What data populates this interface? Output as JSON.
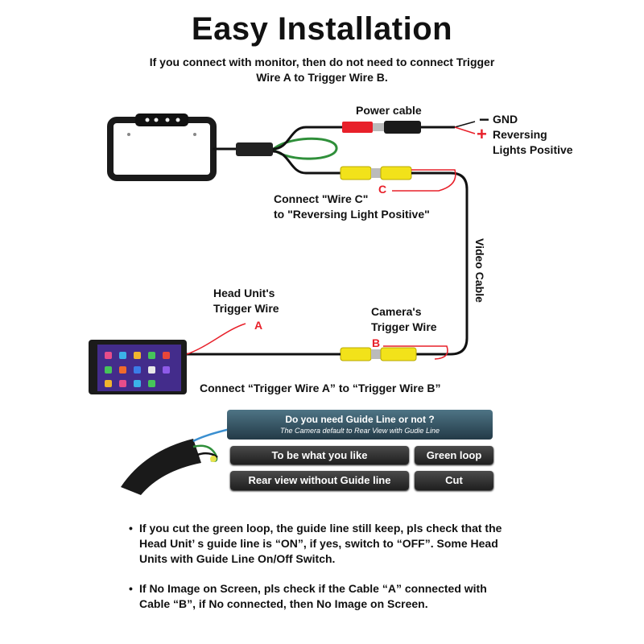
{
  "title": "Easy Installation",
  "subtitle": "If you connect with monitor, then do not need to connect Trigger\nWire A to Trigger Wire B.",
  "labels": {
    "power_cable": "Power cable",
    "gnd_sign": "−",
    "gnd": "GND",
    "positive_sign": "+",
    "reversing_lights_positive": "Reversing\nLights Positive",
    "wire_c_letter": "C",
    "connect_wire_c": "Connect \"Wire C\"\nto \"Reversing Light Positive\"",
    "video_cable": "Video Cable",
    "head_unit_trigger": "Head Unit's\nTrigger Wire",
    "wire_a_letter": "A",
    "camera_trigger": "Camera's\nTrigger Wire",
    "wire_b_letter": "B",
    "connect_a_to_b": "Connect “Trigger Wire  A” to “Trigger Wire  B”"
  },
  "guide_line": {
    "question": "Do you need Guide Line or not ?",
    "note": "The Camera default to Rear View with Gudie Line",
    "option1": "To be what you like",
    "option1_action": "Green loop",
    "option2": "Rear view without Guide line",
    "option2_action": "Cut"
  },
  "notes": [
    "If you cut the green loop, the guide line still keep, pls check that the\nHead Unit’ s guide line is “ON”, if yes, switch to “OFF”.  Some Head\nUnits with Guide Line On/Off Switch.",
    "If No Image on Screen, pls check if the Cable “A” connected with\nCable “B”, if No connected, then No Image on Screen."
  ],
  "colors": {
    "wire_red": "#e8202a",
    "connector_yellow": "#f2e21a",
    "loop_green": "#2f8f3a",
    "banner_teal": "#355868"
  }
}
